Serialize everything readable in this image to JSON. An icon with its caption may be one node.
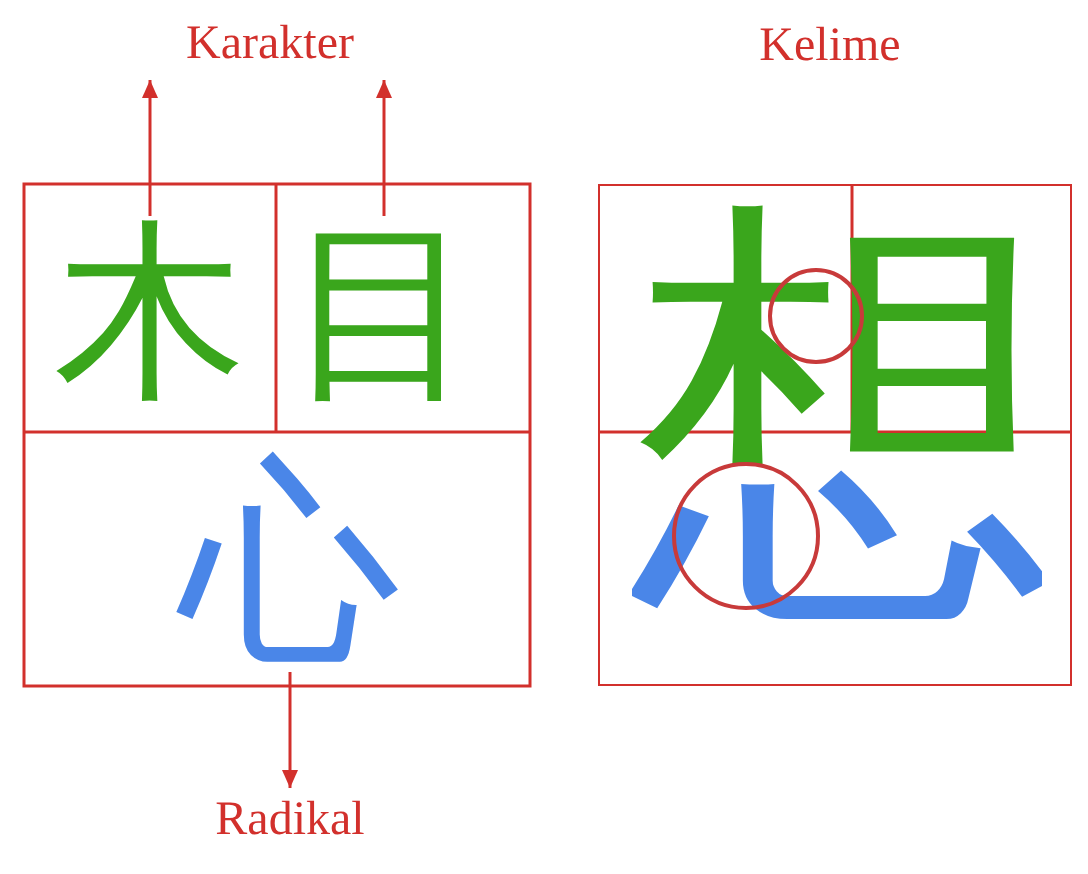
{
  "diagram": {
    "nodes": [
      {
        "text": [
          "Karakter"
        ]
      },
      {
        "text": [
          "木"
        ]
      },
      {
        "text": [
          "目"
        ]
      },
      {
        "text": [
          "心"
        ]
      },
      {
        "text": [
          "Radikal"
        ]
      },
      {
        "text": [
          "Kelime",
          "想"
        ]
      }
    ],
    "edges": [
      {
        "from": 1,
        "to": 0,
        "arrow": "to"
      },
      {
        "from": 2,
        "to": 0,
        "arrow": "to"
      },
      {
        "from": 3,
        "to": 4,
        "arrow": "to"
      }
    ]
  }
}
